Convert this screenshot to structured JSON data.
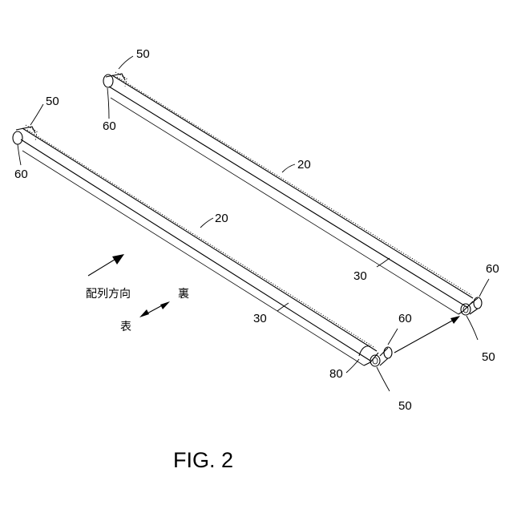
{
  "labels": {
    "n50_top_back": "50",
    "n60_top_back": "60",
    "n50_top_front": "50",
    "n60_top_front": "60",
    "n20_back": "20",
    "n20_front": "20",
    "n30_back": "30",
    "n30_front": "30",
    "n60_right_back": "60",
    "n50_right_back": "50",
    "n60_right_front": "60",
    "n80": "80",
    "n50_right_front": "50"
  },
  "direction": {
    "arrangement": "配列方向",
    "back_side": "裏",
    "front_side": "表"
  },
  "caption": "FIG. 2"
}
